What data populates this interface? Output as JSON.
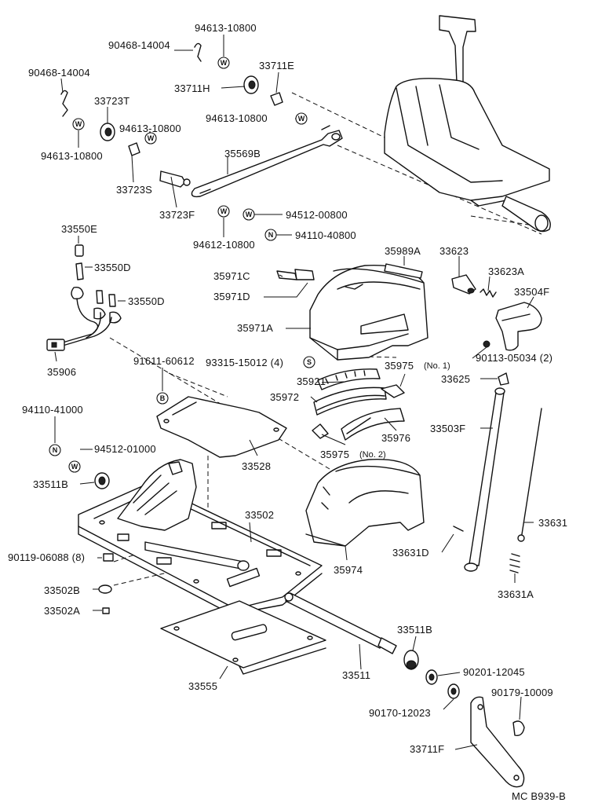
{
  "labels": {
    "p94613_10800_a": "94613-10800",
    "p90468_14004_a": "90468-14004",
    "p90468_14004_b": "90468-14004",
    "p33711E": "33711E",
    "p33711H": "33711H",
    "p33723T": "33723T",
    "p94613_10800_b": "94613-10800",
    "p94613_10800_c": "94613-10800",
    "p94613_10800_d": "94613-10800",
    "p35569B": "35569B",
    "p33723S": "33723S",
    "p33723F": "33723F",
    "p94512_00800": "94512-00800",
    "p94612_10800": "94612-10800",
    "p94110_40800": "94110-40800",
    "p33550E": "33550E",
    "p33550D_a": "33550D",
    "p33550D_b": "33550D",
    "p35906": "35906",
    "p35989A": "35989A",
    "p33623": "33623",
    "p33623A": "33623A",
    "p35971C": "35971C",
    "p35971D": "35971D",
    "p33504F": "33504F",
    "p35971A": "35971A",
    "p91611_60612": "91611-60612",
    "p93315_15012": "93315-15012 (4)",
    "p90113_05034": "90113-05034 (2)",
    "p35975_1": "35975",
    "p35975_1_note": "(No. 1)",
    "p35921": "35921",
    "p33625": "33625",
    "p35972": "35972",
    "p94110_41000": "94110-41000",
    "p35976": "35976",
    "p33503F": "33503F",
    "p35975_2": "35975",
    "p35975_2_note": "(No. 2)",
    "p94512_01000": "94512-01000",
    "p33528": "33528",
    "p33511B_a": "33511B",
    "p33502": "33502",
    "p33631": "33631",
    "p33631D": "33631D",
    "p90119_06088": "90119-06088 (8)",
    "p35974": "35974",
    "p33502B": "33502B",
    "p33631A": "33631A",
    "p33502A": "33502A",
    "p33511B_b": "33511B",
    "p90201_12045": "90201-12045",
    "p33555": "33555",
    "p33511": "33511",
    "p90179_10009": "90179-10009",
    "p90170_12023": "90170-12023",
    "p33711F": "33711F",
    "code": "MC  B939-B"
  },
  "symbols": {
    "washer": "W",
    "nut": "N",
    "bolt": "B",
    "screw": "S"
  }
}
